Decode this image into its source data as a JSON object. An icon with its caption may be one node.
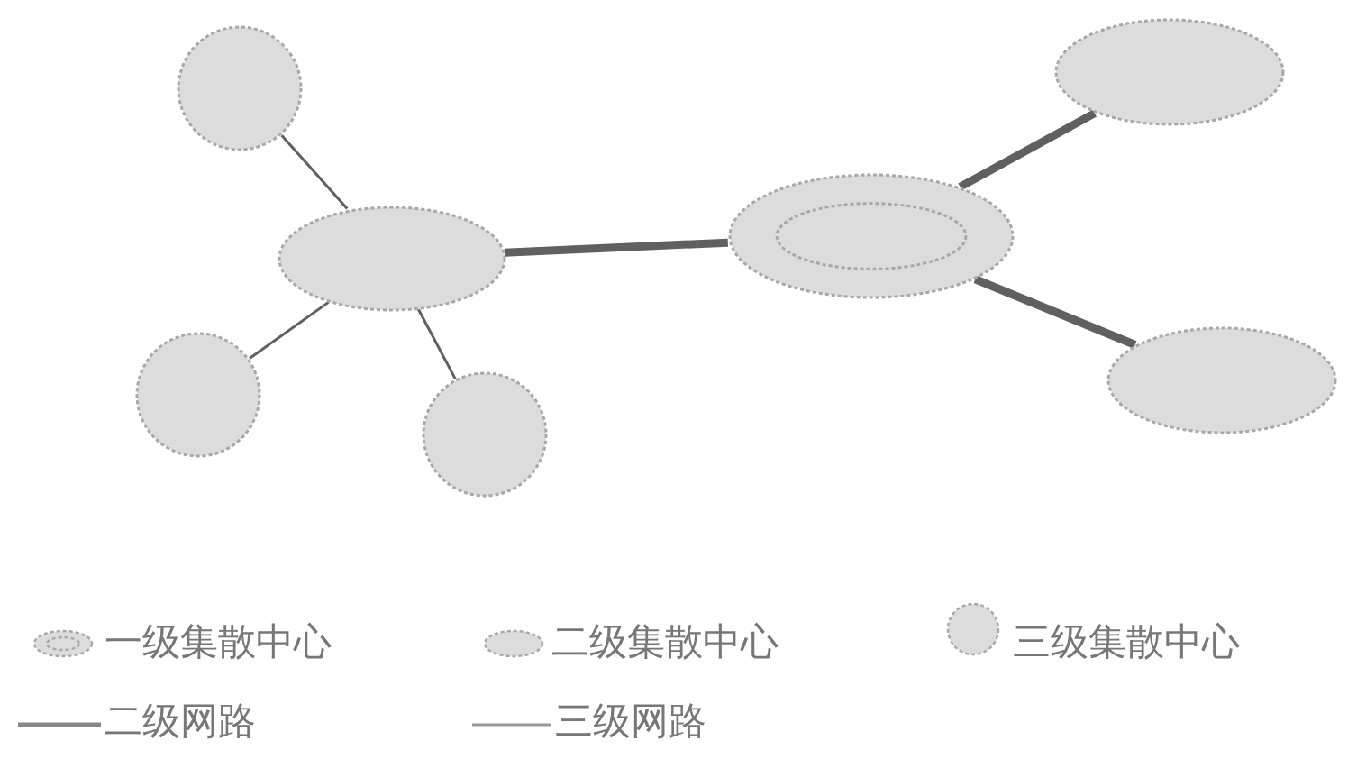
{
  "diagram": {
    "nodes": [
      {
        "text": [],
        "shape": "circle"
      },
      {
        "text": [],
        "shape": "ellipse"
      },
      {
        "text": [],
        "shape": "circle"
      },
      {
        "text": [],
        "shape": "circle"
      },
      {
        "text": [],
        "shape": "double-ellipse"
      },
      {
        "text": [],
        "shape": "ellipse"
      },
      {
        "text": [],
        "shape": "ellipse"
      }
    ],
    "edges": [
      {
        "from": 0,
        "to": 1,
        "arrow": "none"
      },
      {
        "from": 2,
        "to": 1,
        "arrow": "none"
      },
      {
        "from": 3,
        "to": 1,
        "arrow": "none"
      },
      {
        "from": 1,
        "to": 4,
        "arrow": "none",
        "style": "thick"
      },
      {
        "from": 4,
        "to": 5,
        "arrow": "none",
        "style": "thick"
      },
      {
        "from": 4,
        "to": 6,
        "arrow": "none",
        "style": "thick"
      }
    ],
    "legend": [
      {
        "text": "一级集散中心"
      },
      {
        "text": "二级集散中心"
      },
      {
        "text": "三级集散中心"
      },
      {
        "text": "二级网路"
      },
      {
        "text": "三级网路"
      }
    ]
  }
}
